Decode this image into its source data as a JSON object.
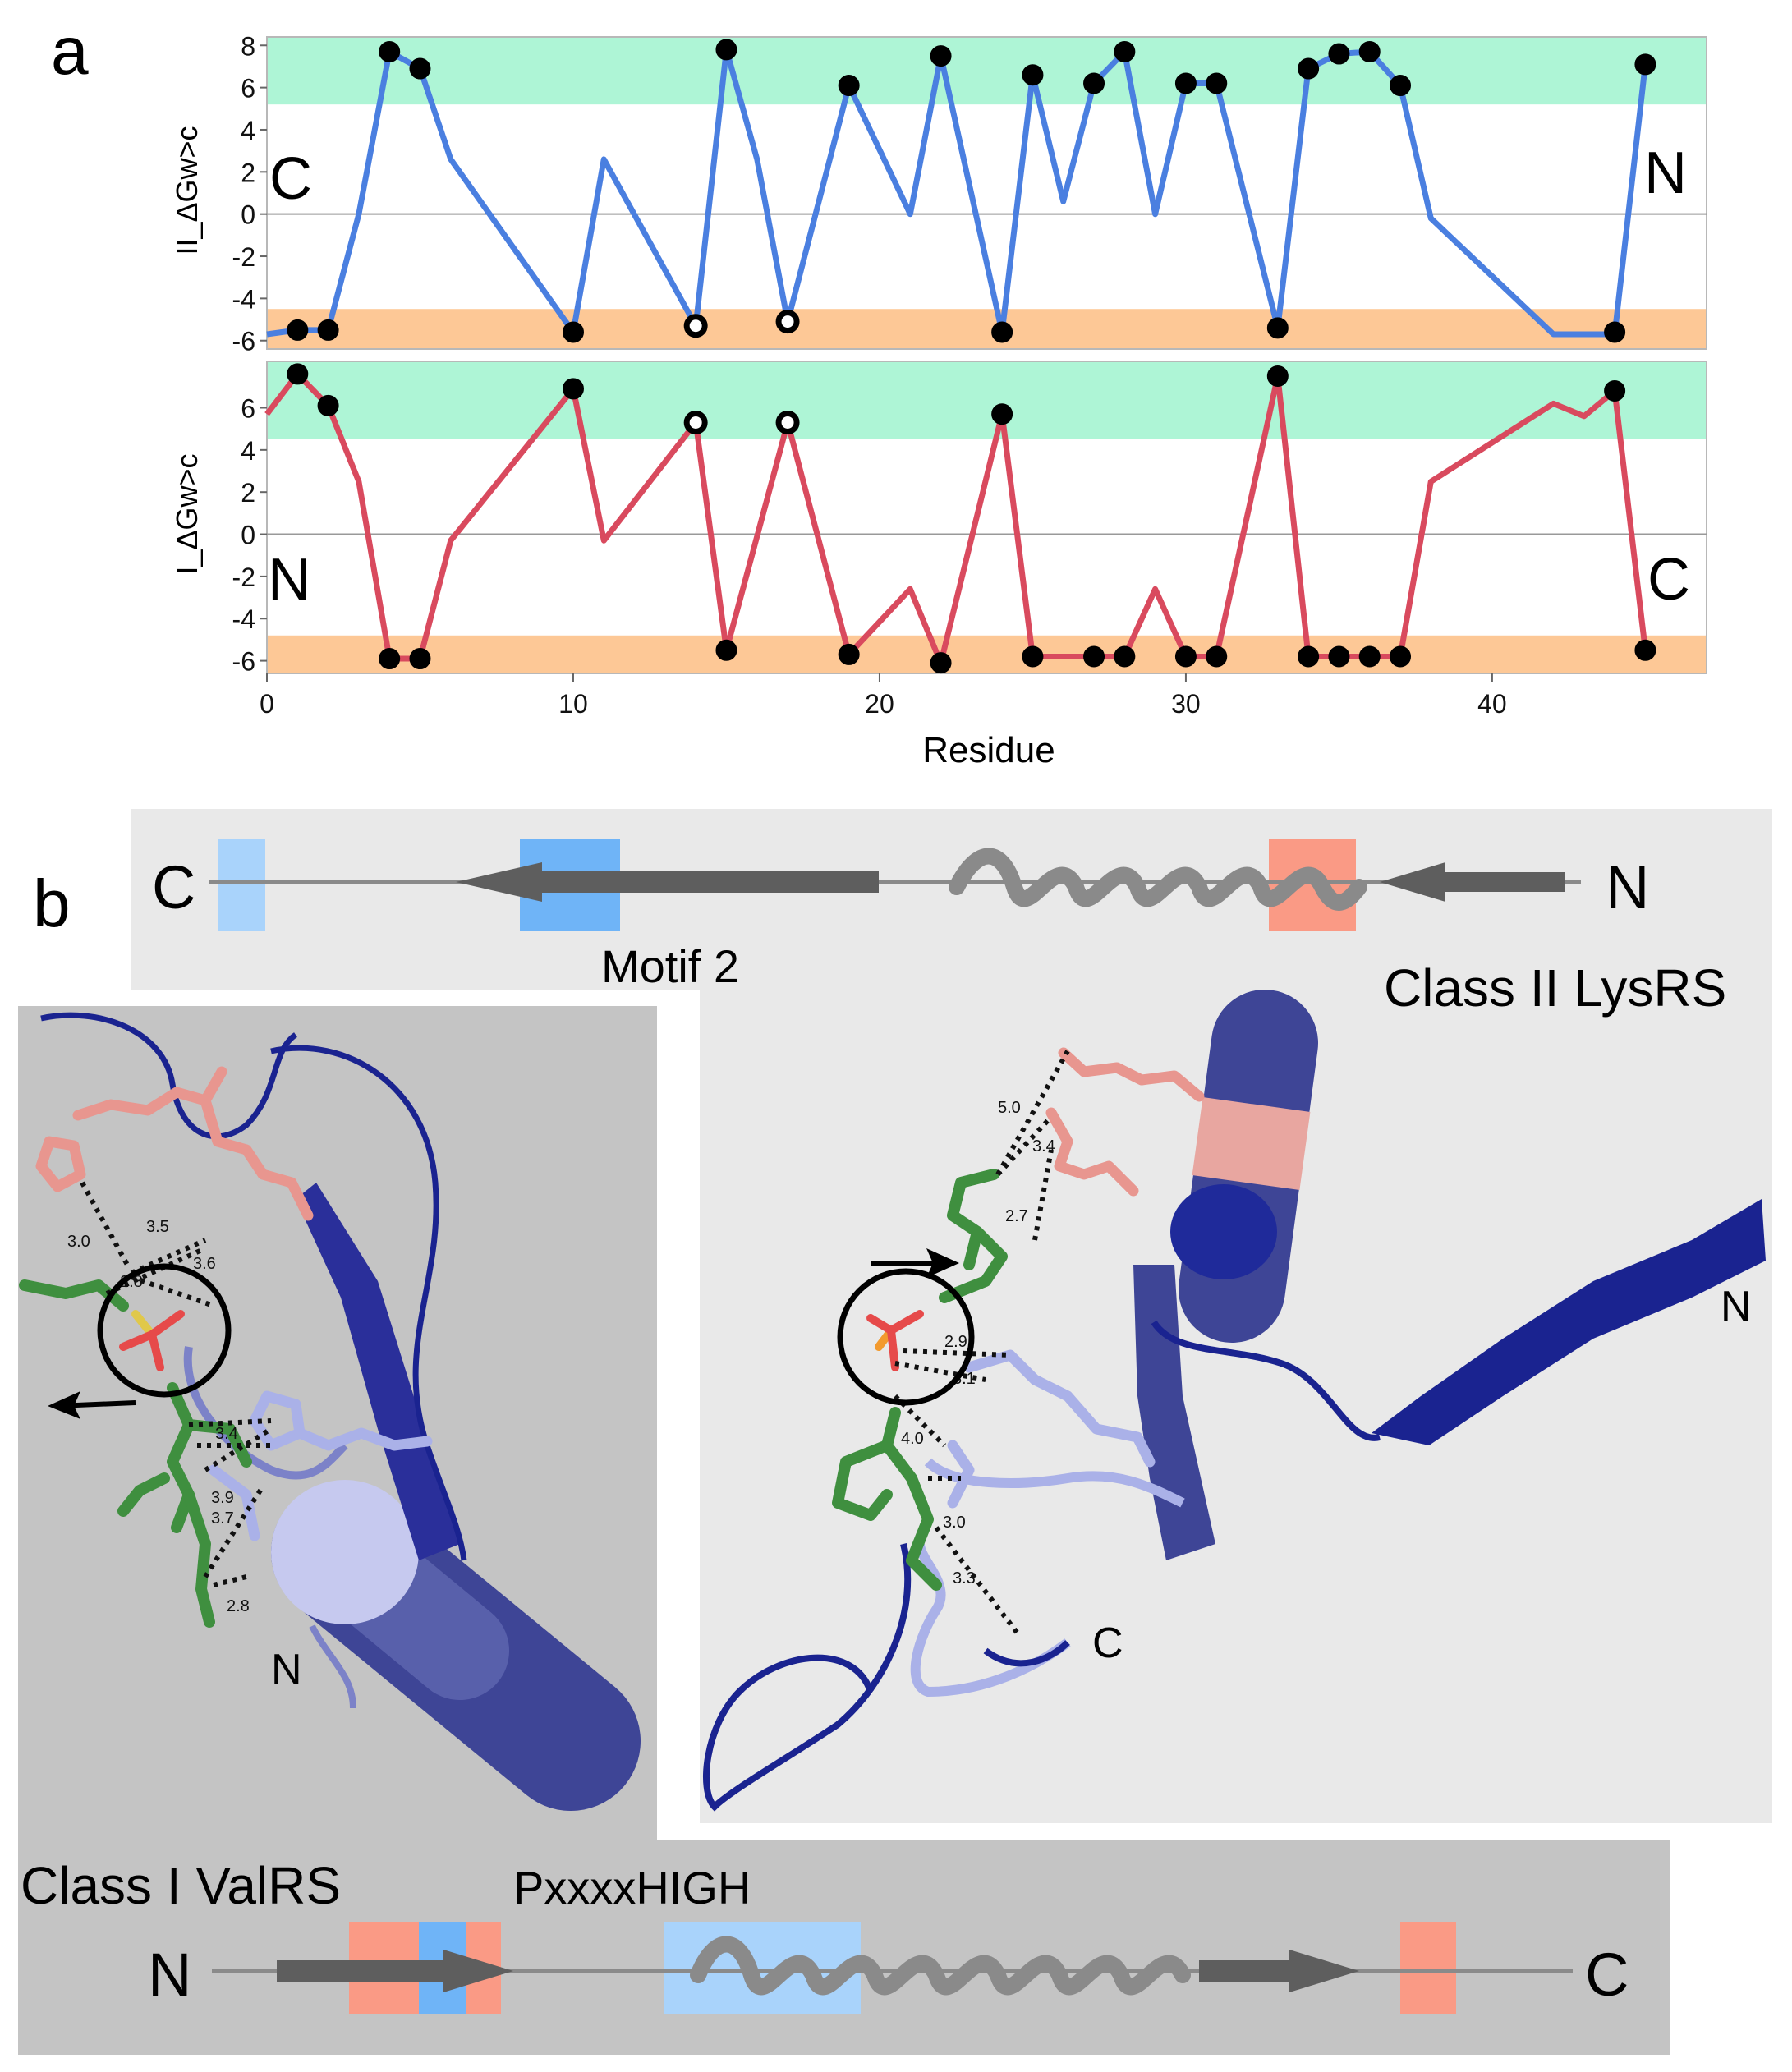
{
  "panel_labels": {
    "a": "a",
    "b": "b"
  },
  "chart_data": [
    {
      "type": "line",
      "ylabel": "II_ΔGw>c",
      "xlabel": "",
      "xlim": [
        0,
        47
      ],
      "ylim": [
        -6.4,
        8.4
      ],
      "yticks": [
        -6,
        -4,
        -2,
        0,
        2,
        4,
        6,
        8
      ],
      "bands": [
        {
          "y0": 5.2,
          "y1": 8.4,
          "color": "#aef5d6"
        },
        {
          "y0": -6.4,
          "y1": -4.5,
          "color": "#fdc896"
        }
      ],
      "terminal_left": "C",
      "terminal_right": "N",
      "line_color": "#4a7fe0",
      "x": [
        0,
        1,
        2,
        3,
        4,
        5,
        6,
        10,
        11,
        14,
        15,
        16,
        17,
        19,
        21,
        22,
        24,
        25,
        26,
        27,
        28,
        29,
        30,
        31,
        33,
        34,
        35,
        36,
        37,
        38,
        42,
        44,
        45
      ],
      "y": [
        -5.7,
        -5.5,
        -5.5,
        0,
        7.7,
        6.9,
        2.6,
        -5.6,
        2.6,
        -5.3,
        7.8,
        2.6,
        -5.1,
        6.1,
        0,
        7.5,
        -5.6,
        6.6,
        0.6,
        6.2,
        7.7,
        0,
        6.2,
        6.2,
        -5.4,
        6.9,
        7.6,
        7.7,
        6.1,
        -0.2,
        -5.7,
        -5.7,
        7.1
      ],
      "markers": [
        {
          "x": 1,
          "y": -5.5,
          "filled": true
        },
        {
          "x": 2,
          "y": -5.5,
          "filled": true
        },
        {
          "x": 4,
          "y": 7.7,
          "filled": true
        },
        {
          "x": 5,
          "y": 6.9,
          "filled": true
        },
        {
          "x": 10,
          "y": -5.6,
          "filled": true
        },
        {
          "x": 14,
          "y": -5.3,
          "filled": false
        },
        {
          "x": 15,
          "y": 7.8,
          "filled": true
        },
        {
          "x": 17,
          "y": -5.1,
          "filled": false
        },
        {
          "x": 19,
          "y": 6.1,
          "filled": true
        },
        {
          "x": 22,
          "y": 7.5,
          "filled": true
        },
        {
          "x": 24,
          "y": -5.6,
          "filled": true
        },
        {
          "x": 25,
          "y": 6.6,
          "filled": true
        },
        {
          "x": 27,
          "y": 6.2,
          "filled": true
        },
        {
          "x": 28,
          "y": 7.7,
          "filled": true
        },
        {
          "x": 30,
          "y": 6.2,
          "filled": true
        },
        {
          "x": 31,
          "y": 6.2,
          "filled": true
        },
        {
          "x": 33,
          "y": -5.4,
          "filled": true
        },
        {
          "x": 34,
          "y": 6.9,
          "filled": true
        },
        {
          "x": 35,
          "y": 7.6,
          "filled": true
        },
        {
          "x": 36,
          "y": 7.7,
          "filled": true
        },
        {
          "x": 37,
          "y": 6.1,
          "filled": true
        },
        {
          "x": 44,
          "y": -5.6,
          "filled": true
        },
        {
          "x": 45,
          "y": 7.1,
          "filled": true
        }
      ]
    },
    {
      "type": "line",
      "ylabel": "I_ΔGw>c",
      "xlabel": "Residue",
      "xlim": [
        0,
        47
      ],
      "ylim": [
        -6.6,
        8.2
      ],
      "yticks": [
        -6,
        -4,
        -2,
        0,
        2,
        4,
        6
      ],
      "xticks": [
        0,
        10,
        20,
        30,
        40
      ],
      "bands": [
        {
          "y0": 4.5,
          "y1": 8.2,
          "color": "#aef5d6"
        },
        {
          "y0": -6.6,
          "y1": -4.8,
          "color": "#fdc896"
        }
      ],
      "terminal_left": "N",
      "terminal_right": "C",
      "line_color": "#d94a5e",
      "x": [
        0,
        1,
        2,
        3,
        4,
        5,
        6,
        10,
        11,
        14,
        15,
        17,
        19,
        21,
        22,
        24,
        25,
        27,
        28,
        29,
        30,
        31,
        33,
        34,
        35,
        36,
        37,
        38,
        42,
        43,
        44,
        45
      ],
      "y": [
        5.7,
        7.6,
        6.1,
        2.5,
        -5.9,
        -5.9,
        -0.3,
        6.9,
        -0.3,
        5.3,
        -5.5,
        5.3,
        -5.7,
        -2.6,
        -6.1,
        5.7,
        -5.8,
        -5.8,
        -5.8,
        -2.6,
        -5.8,
        -5.8,
        7.5,
        -5.8,
        -5.8,
        -5.8,
        -5.8,
        2.5,
        6.2,
        5.6,
        6.8,
        -5.5
      ],
      "markers": [
        {
          "x": 1,
          "y": 7.6,
          "filled": true
        },
        {
          "x": 2,
          "y": 6.1,
          "filled": true
        },
        {
          "x": 4,
          "y": -5.9,
          "filled": true
        },
        {
          "x": 5,
          "y": -5.9,
          "filled": true
        },
        {
          "x": 10,
          "y": 6.9,
          "filled": true
        },
        {
          "x": 14,
          "y": 5.3,
          "filled": false
        },
        {
          "x": 15,
          "y": -5.5,
          "filled": true
        },
        {
          "x": 17,
          "y": 5.3,
          "filled": false
        },
        {
          "x": 19,
          "y": -5.7,
          "filled": true
        },
        {
          "x": 22,
          "y": -6.1,
          "filled": true
        },
        {
          "x": 24,
          "y": 5.7,
          "filled": true
        },
        {
          "x": 25,
          "y": -5.8,
          "filled": true
        },
        {
          "x": 27,
          "y": -5.8,
          "filled": true
        },
        {
          "x": 28,
          "y": -5.8,
          "filled": true
        },
        {
          "x": 30,
          "y": -5.8,
          "filled": true
        },
        {
          "x": 31,
          "y": -5.8,
          "filled": true
        },
        {
          "x": 33,
          "y": 7.5,
          "filled": true
        },
        {
          "x": 34,
          "y": -5.8,
          "filled": true
        },
        {
          "x": 35,
          "y": -5.8,
          "filled": true
        },
        {
          "x": 36,
          "y": -5.8,
          "filled": true
        },
        {
          "x": 37,
          "y": -5.8,
          "filled": true
        },
        {
          "x": 44,
          "y": 6.8,
          "filled": true
        },
        {
          "x": 45,
          "y": -5.5,
          "filled": true
        }
      ]
    }
  ],
  "panel_b": {
    "top_strip": {
      "left": "C",
      "right": "N",
      "motif": "Motif 2",
      "class_label": "Class II LysRS"
    },
    "bottom_strip": {
      "left": "N",
      "right": "C",
      "motif": "PxxxxHIGH",
      "class_label": "Class I ValRS"
    },
    "left_structure": {
      "distances": [
        "3.0",
        "3.5",
        "3.6",
        "2.8",
        "3.4",
        "3.9",
        "3.7",
        "2.8"
      ],
      "terminus": "N"
    },
    "right_structure": {
      "distances": [
        "5.0",
        "3.4",
        "2.7",
        "2.9",
        "3.1",
        "4.0",
        "3.0",
        "3.3"
      ],
      "termini": [
        "N",
        "C"
      ]
    },
    "colors": {
      "helix_grey": "#8a8a8a",
      "arrow_grey": "#6a6a6a",
      "salmon": "#fa9a85",
      "blue_mid": "#6fb4f7",
      "blue_light": "#a9d3fb",
      "protein_navy": "#1a2390",
      "protein_lavender": "#aab1e8",
      "residue_pink": "#e8968f",
      "ligand_green": "#3f8f3f"
    }
  }
}
